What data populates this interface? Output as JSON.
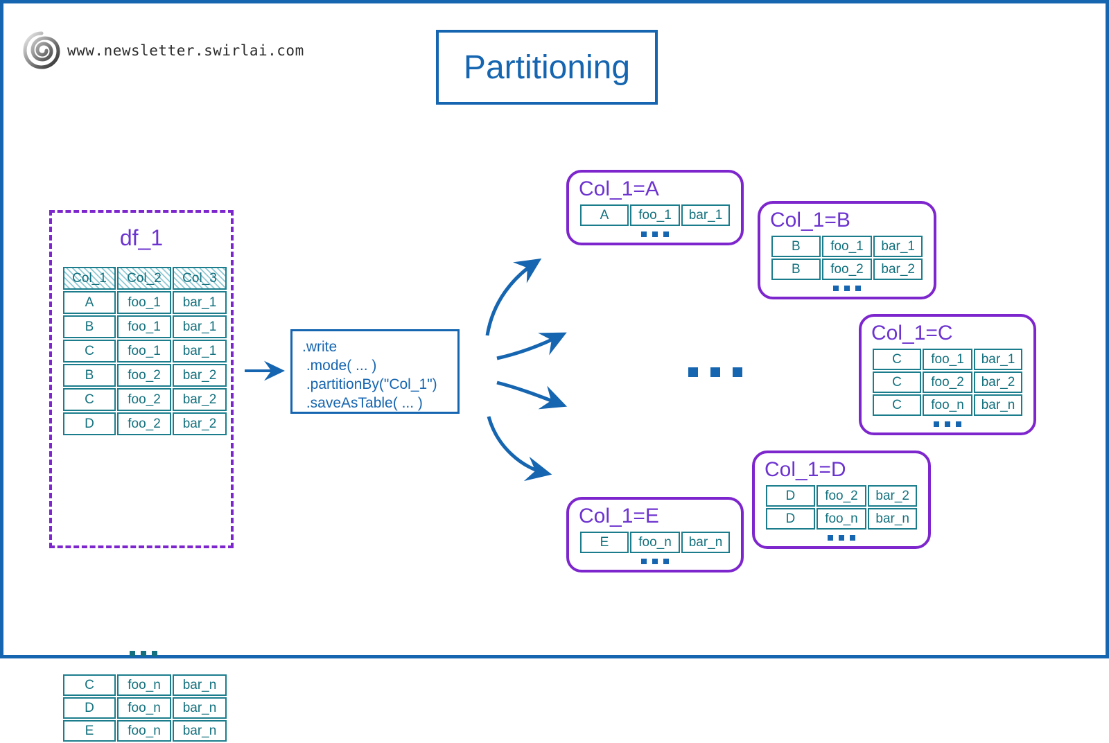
{
  "meta": {
    "frame_color": "#1565b0",
    "accent_blue": "#1565b0",
    "accent_purple": "#7d26cd",
    "accent_teal": "#12707d"
  },
  "header": {
    "logo_icon": "spiral-logo-icon",
    "site_url": "www.newsletter.swirlai.com",
    "title": "Partitioning"
  },
  "source": {
    "title": "df_1",
    "columns": [
      "Col_1",
      "Col_2",
      "Col_3"
    ],
    "rows_top": [
      [
        "A",
        "foo_1",
        "bar_1"
      ],
      [
        "B",
        "foo_1",
        "bar_1"
      ],
      [
        "C",
        "foo_1",
        "bar_1"
      ],
      [
        "B",
        "foo_2",
        "bar_2"
      ],
      [
        "C",
        "foo_2",
        "bar_2"
      ],
      [
        "D",
        "foo_2",
        "bar_2"
      ]
    ],
    "ellipsis": "...",
    "rows_bottom": [
      [
        "C",
        "foo_n",
        "bar_n"
      ],
      [
        "D",
        "foo_n",
        "bar_n"
      ],
      [
        "E",
        "foo_n",
        "bar_n"
      ]
    ]
  },
  "code": {
    "lines": [
      ".write",
      " .mode( ... )",
      " .partitionBy(\"Col_1\")",
      " .saveAsTable( ... )"
    ]
  },
  "center_ellipsis": "...",
  "partitions": [
    {
      "id": "A",
      "label": "Col_1=A",
      "rows": [
        [
          "A",
          "foo_1",
          "bar_1"
        ]
      ],
      "ellipsis": "..."
    },
    {
      "id": "B",
      "label": "Col_1=B",
      "rows": [
        [
          "B",
          "foo_1",
          "bar_1"
        ],
        [
          "B",
          "foo_2",
          "bar_2"
        ]
      ],
      "ellipsis": "..."
    },
    {
      "id": "C",
      "label": "Col_1=C",
      "rows": [
        [
          "C",
          "foo_1",
          "bar_1"
        ],
        [
          "C",
          "foo_2",
          "bar_2"
        ],
        [
          "C",
          "foo_n",
          "bar_n"
        ]
      ],
      "ellipsis": "..."
    },
    {
      "id": "D",
      "label": "Col_1=D",
      "rows": [
        [
          "D",
          "foo_2",
          "bar_2"
        ],
        [
          "D",
          "foo_n",
          "bar_n"
        ]
      ],
      "ellipsis": "..."
    },
    {
      "id": "E",
      "label": "Col_1=E",
      "rows": [
        [
          "E",
          "foo_n",
          "bar_n"
        ]
      ],
      "ellipsis": "..."
    }
  ]
}
